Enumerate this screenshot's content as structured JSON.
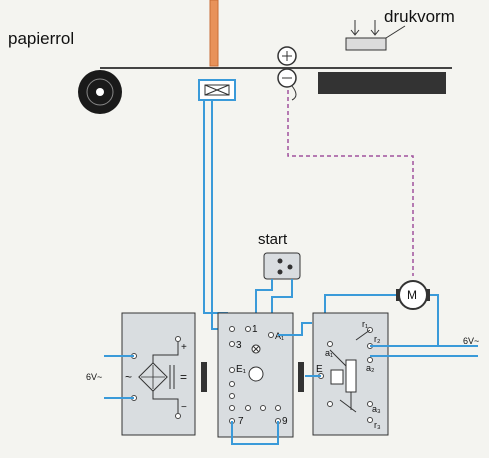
{
  "labels": {
    "paper_roll": "papierrol",
    "print_form": "drukvorm",
    "start": "start",
    "supply_left": "6V~",
    "supply_right": "6V~",
    "motor": "M",
    "plus": "+",
    "minus": "−",
    "dc": "=",
    "ac": "~",
    "t1": "1",
    "t3": "3",
    "tA1": "A₁",
    "tE1": "E₁",
    "t7": "7",
    "t9": "9",
    "tE": "E",
    "ta1": "a₁",
    "ta2": "a₂",
    "ta3": "a₃",
    "tr1": "r₁",
    "tr2": "r₂",
    "tr3": "r₃"
  },
  "colors": {
    "wire": "#3a9ad9",
    "motor_line": "#a0529e",
    "module_fill": "#d9dde0",
    "block": "#333333",
    "rod": "#e8925a"
  }
}
